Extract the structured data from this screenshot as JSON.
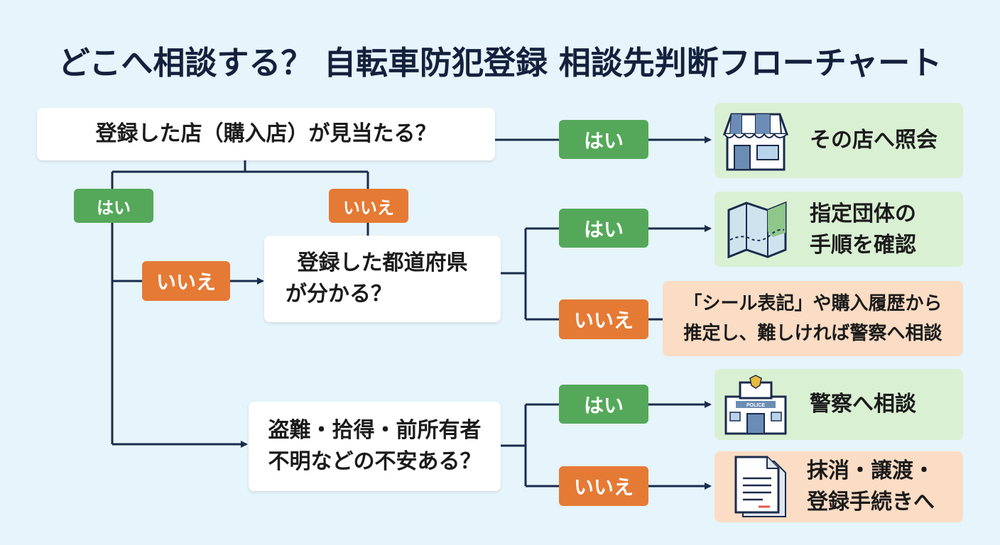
{
  "title": "どこへ相談する？ 自転車防犯登録 相談先判断フローチャート",
  "questions": {
    "q1": "登録した店（購入店）が見当たる？",
    "q2_line1": "登録した都道府県",
    "q2_line2": "が分かる？",
    "q3_line1": "盗難・拾得・前所有者",
    "q3_line2": "不明などの不安ある？"
  },
  "labels": {
    "yes": "はい",
    "no": "いいえ"
  },
  "results": {
    "r1": "その店へ照会",
    "r2_line1": "指定団体の",
    "r2_line2": "手順を確認",
    "r3_line1": "「シール表記」や購入履歴から",
    "r3_line2": "推定し、難しければ警察へ相談",
    "r4": "警察へ相談",
    "r5_line1": "抹消・譲渡・",
    "r5_line2": "登録手続きへ"
  },
  "icons": {
    "r1": "store-icon",
    "r2": "map-icon",
    "r4": "police-station-icon",
    "r5": "document-icon",
    "police_sign": "POLICE"
  },
  "colors": {
    "background": "#e6f4fb",
    "yes": "#55a85a",
    "no": "#e57a35",
    "result_green": "#d9f0d3",
    "result_peach": "#fbdcc4",
    "line": "#1a2b4c"
  }
}
